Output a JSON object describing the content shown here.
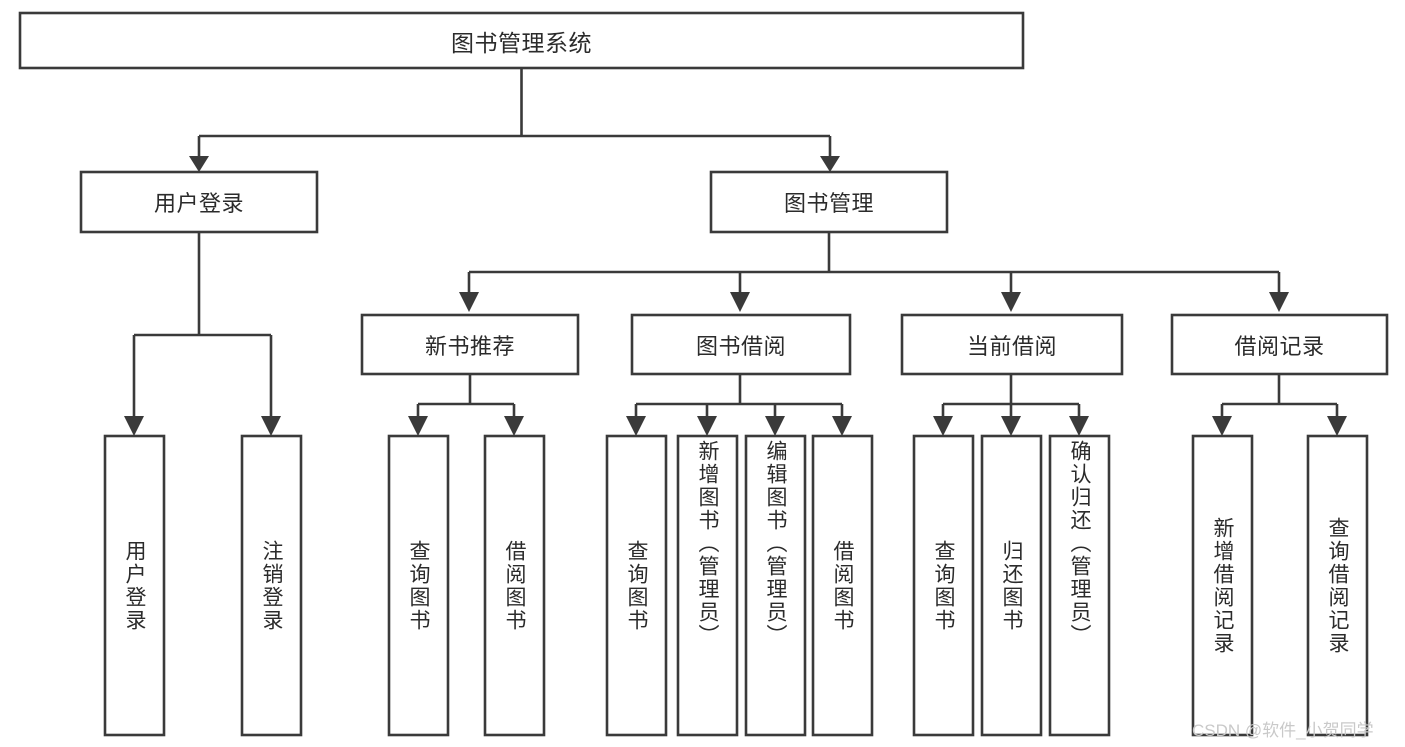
{
  "diagram": {
    "title": "图书管理系统",
    "type": "hierarchy-tree",
    "watermark": "CSDN @软件_小贺同学",
    "colors": {
      "stroke": "#3a3a3a",
      "fill": "#ffffff",
      "text": "#2b2b2b",
      "watermark": "#c9c9c9"
    },
    "root": {
      "label": "图书管理系统"
    },
    "level2": [
      {
        "label": "用户登录"
      },
      {
        "label": "图书管理"
      }
    ],
    "level3": [
      {
        "label": "新书推荐"
      },
      {
        "label": "图书借阅"
      },
      {
        "label": "当前借阅"
      },
      {
        "label": "借阅记录"
      }
    ],
    "leaves": {
      "user_login": [
        {
          "label": "用户登录"
        },
        {
          "label": "注销登录"
        }
      ],
      "new_book_recommend": [
        {
          "label": "查询图书"
        },
        {
          "label": "借阅图书"
        }
      ],
      "book_borrow": [
        {
          "label": "查询图书"
        },
        {
          "label": "新增图书（管理员）"
        },
        {
          "label": "编辑图书（管理员）"
        },
        {
          "label": "借阅图书"
        }
      ],
      "current_borrow": [
        {
          "label": "查询图书"
        },
        {
          "label": "归还图书"
        },
        {
          "label": "确认归还（管理员）"
        }
      ],
      "borrow_record": [
        {
          "label": "新增借阅记录"
        },
        {
          "label": "查询借阅记录"
        }
      ]
    }
  }
}
